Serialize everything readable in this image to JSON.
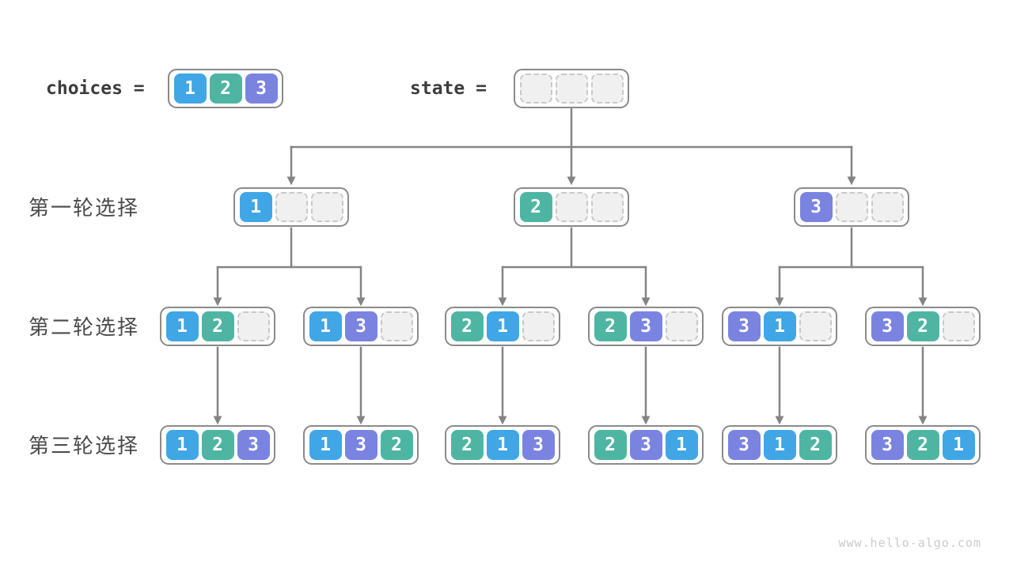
{
  "palette": {
    "cell-blue": "#40A6E5",
    "cell-teal": "#4FB5A3",
    "cell-purple": "#7A84E0",
    "box-frame": "#8A8A8A",
    "empty-cell-bg": "#F0F0F0",
    "empty-cell-border": "#C8C8C8",
    "connector": "#848484",
    "code-text": "#3C3C3C",
    "label-text": "#4A4A4A",
    "watermark-text": "#CBCBCB"
  },
  "header": {
    "choices_text": "choices =",
    "state_text": "state =",
    "choices_cells": [
      "1",
      "2",
      "3"
    ],
    "state_cells": [
      "",
      "",
      ""
    ]
  },
  "rows": [
    {
      "label": "第一轮选择",
      "nodes": [
        {
          "cells": [
            "1",
            "",
            ""
          ]
        },
        {
          "cells": [
            "2",
            "",
            ""
          ]
        },
        {
          "cells": [
            "3",
            "",
            ""
          ]
        }
      ]
    },
    {
      "label": "第二轮选择",
      "nodes": [
        {
          "cells": [
            "1",
            "2",
            ""
          ]
        },
        {
          "cells": [
            "1",
            "3",
            ""
          ]
        },
        {
          "cells": [
            "2",
            "1",
            ""
          ]
        },
        {
          "cells": [
            "2",
            "3",
            ""
          ]
        },
        {
          "cells": [
            "3",
            "1",
            ""
          ]
        },
        {
          "cells": [
            "3",
            "2",
            ""
          ]
        }
      ]
    },
    {
      "label": "第三轮选择",
      "nodes": [
        {
          "cells": [
            "1",
            "2",
            "3"
          ]
        },
        {
          "cells": [
            "1",
            "3",
            "2"
          ]
        },
        {
          "cells": [
            "2",
            "1",
            "3"
          ]
        },
        {
          "cells": [
            "2",
            "3",
            "1"
          ]
        },
        {
          "cells": [
            "3",
            "1",
            "2"
          ]
        },
        {
          "cells": [
            "3",
            "2",
            "1"
          ]
        }
      ]
    }
  ],
  "watermark": "www.hello-algo.com"
}
